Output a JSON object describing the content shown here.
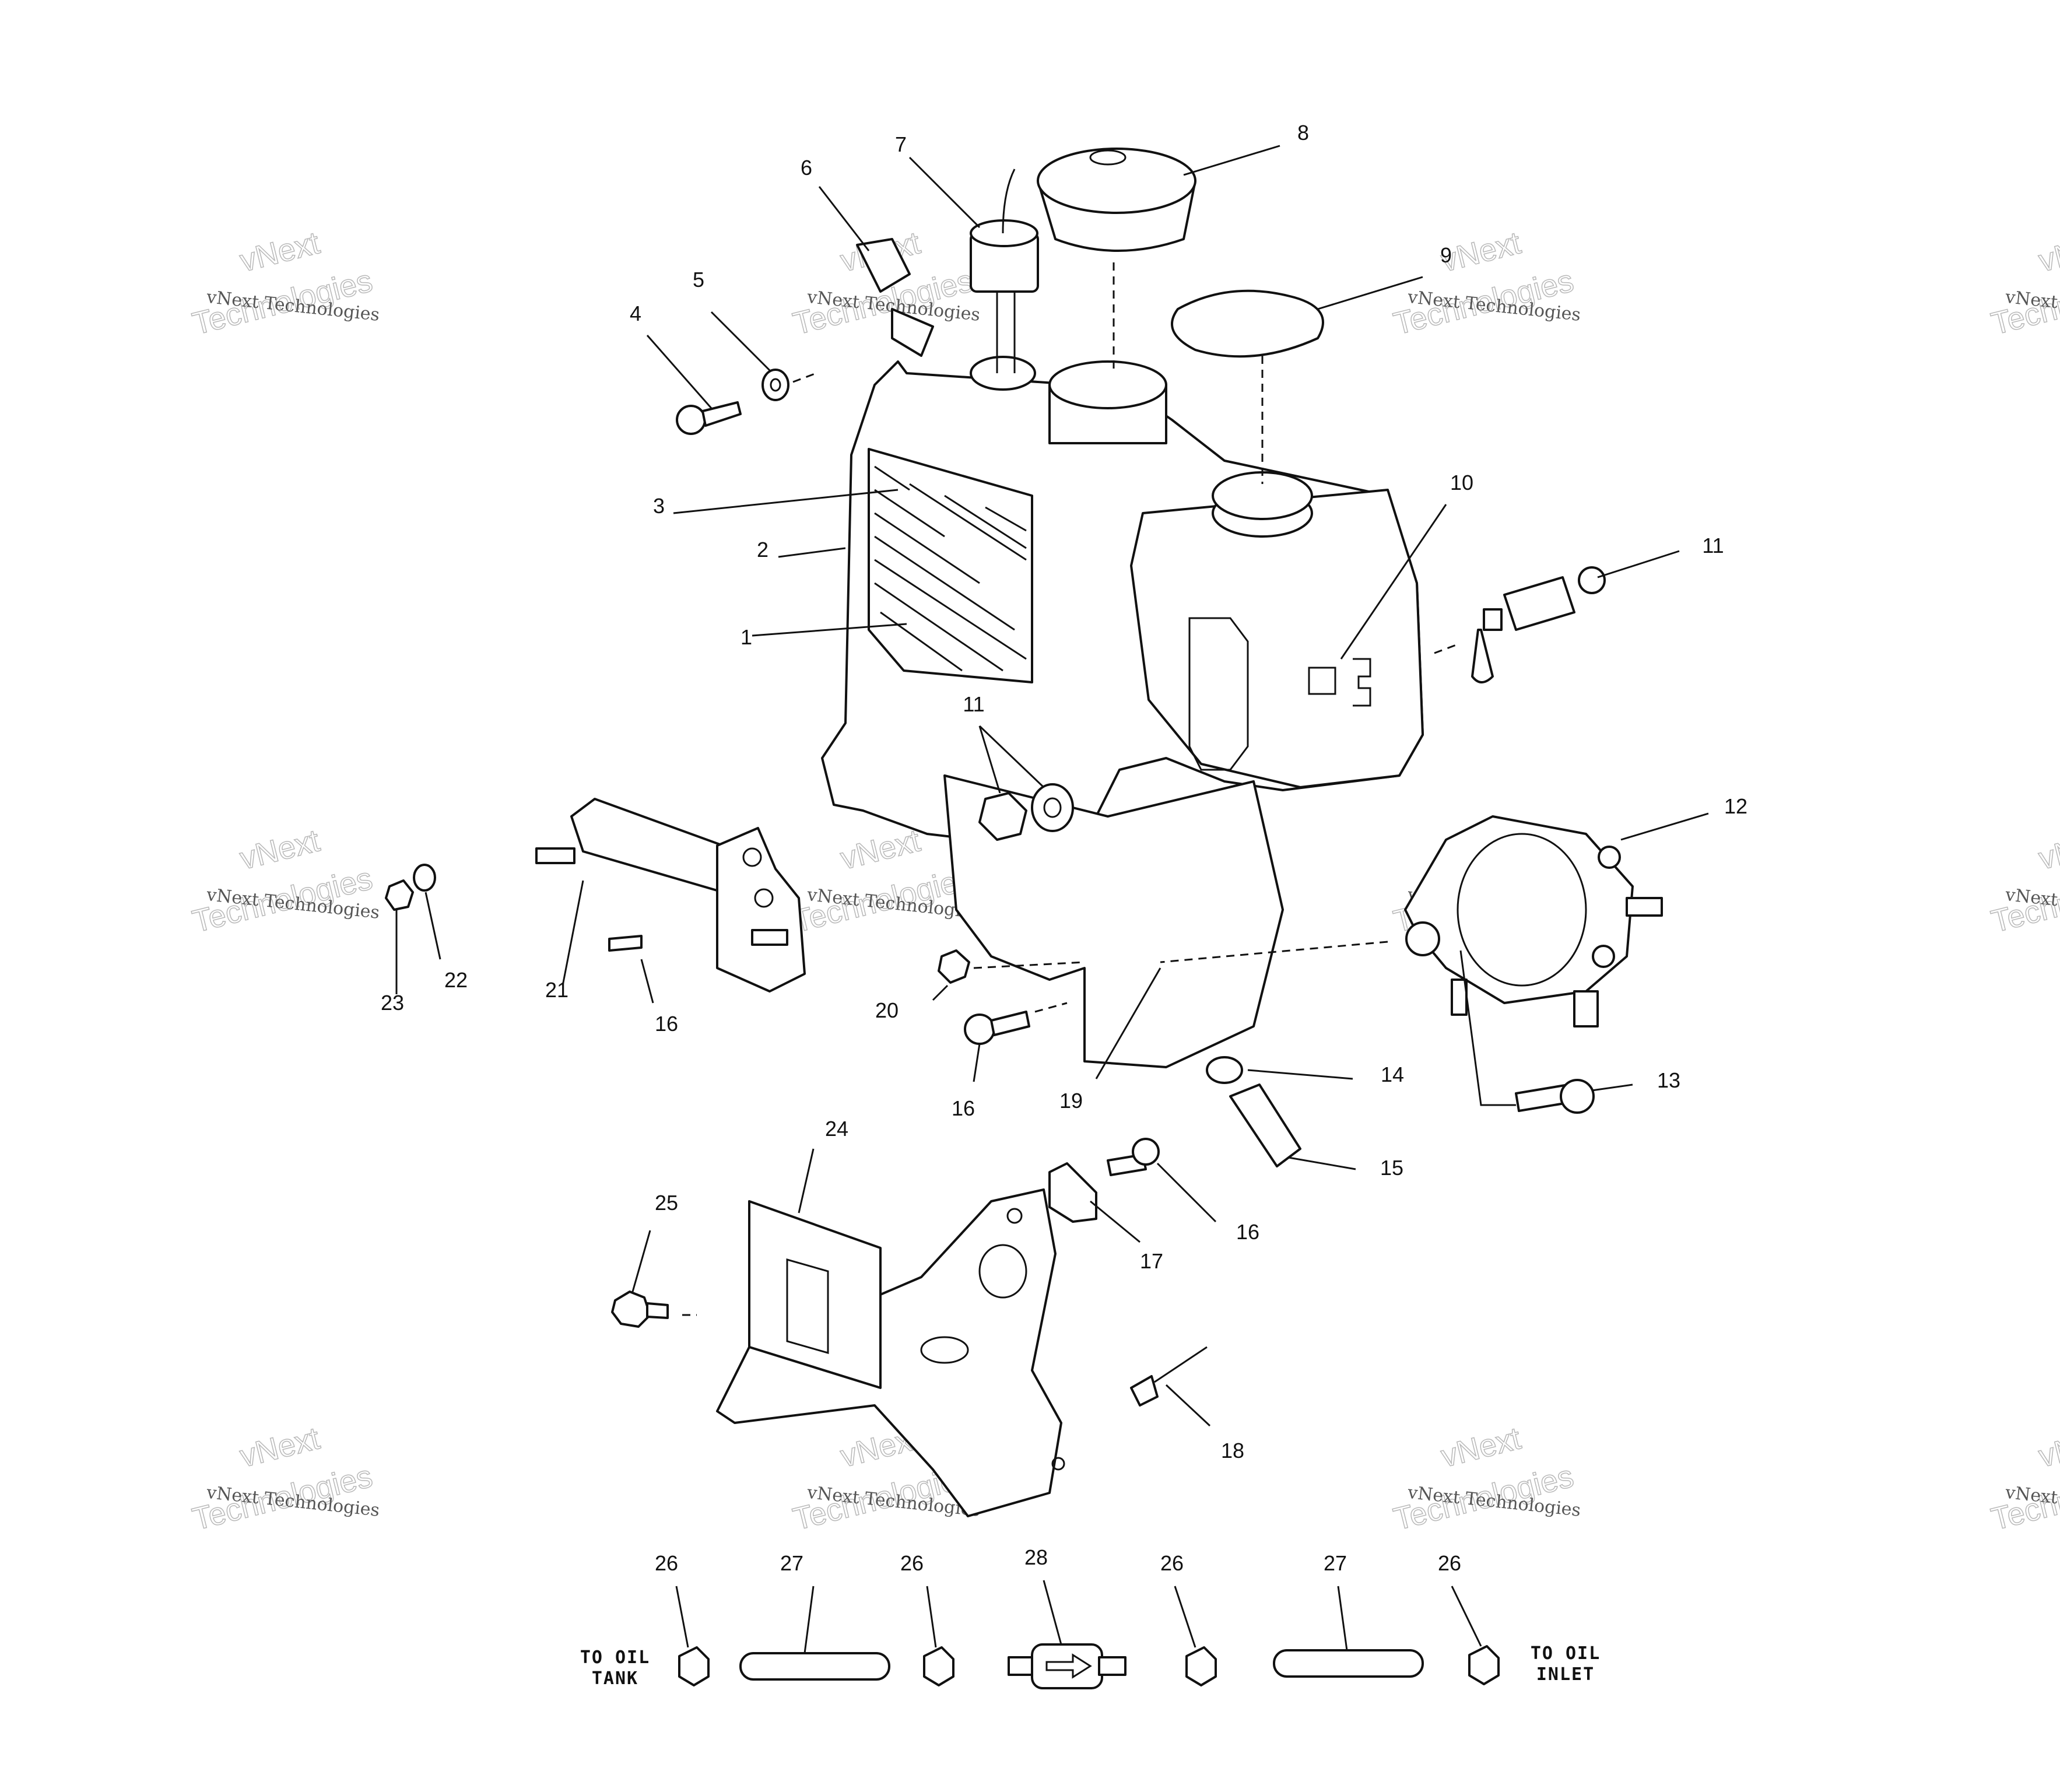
{
  "callouts": [
    {
      "n": "1"
    },
    {
      "n": "2"
    },
    {
      "n": "3"
    },
    {
      "n": "4"
    },
    {
      "n": "5"
    },
    {
      "n": "6"
    },
    {
      "n": "7"
    },
    {
      "n": "8"
    },
    {
      "n": "9"
    },
    {
      "n": "10"
    },
    {
      "n": "11"
    },
    {
      "n": "11"
    },
    {
      "n": "12"
    },
    {
      "n": "13"
    },
    {
      "n": "14"
    },
    {
      "n": "15"
    },
    {
      "n": "16"
    },
    {
      "n": "16"
    },
    {
      "n": "16"
    },
    {
      "n": "17"
    },
    {
      "n": "18"
    },
    {
      "n": "19"
    },
    {
      "n": "20"
    },
    {
      "n": "21"
    },
    {
      "n": "22"
    },
    {
      "n": "23"
    },
    {
      "n": "24"
    },
    {
      "n": "25"
    },
    {
      "n": "26"
    },
    {
      "n": "26"
    },
    {
      "n": "26"
    },
    {
      "n": "26"
    },
    {
      "n": "27"
    },
    {
      "n": "27"
    },
    {
      "n": "28"
    }
  ],
  "labels": {
    "to_oil_tank_1": "TO OIL",
    "to_oil_tank_2": "TANK",
    "to_oil_inlet_1": "TO OIL",
    "to_oil_inlet_2": "INLET"
  },
  "watermark": {
    "line1": "vNext Technologies",
    "line2": "vNext",
    "line3": "Technologies"
  }
}
